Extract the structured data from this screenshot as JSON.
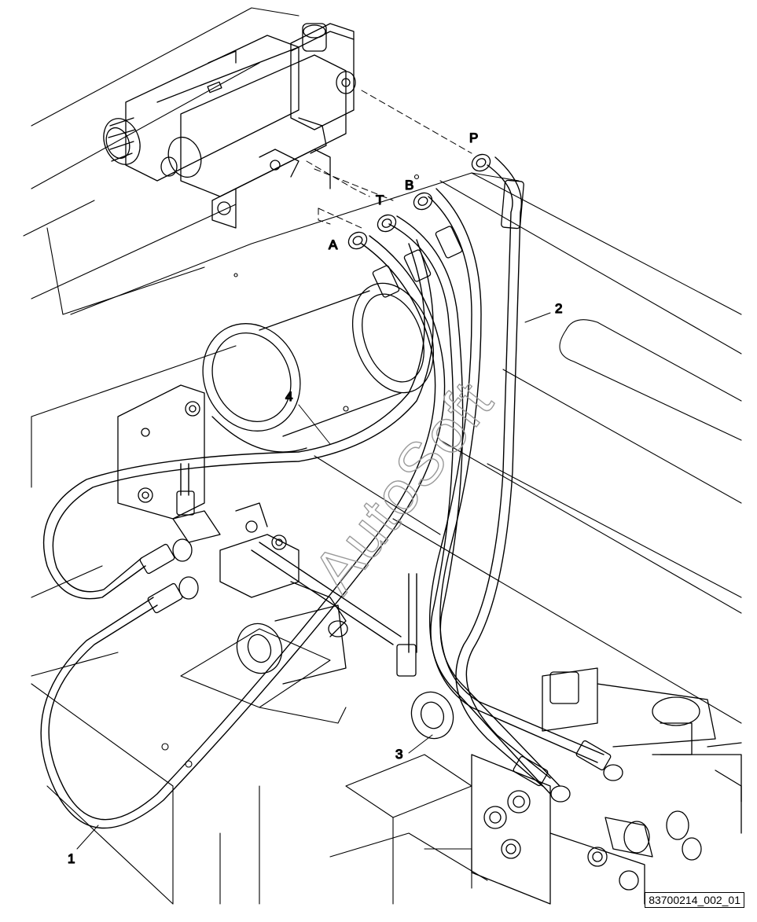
{
  "diagram": {
    "watermark": "AutoSoft",
    "port_labels": {
      "p": "P",
      "b": "B",
      "t": "T",
      "a": "A"
    },
    "callouts": {
      "c1": "1",
      "c2": "2",
      "c3": "3",
      "c4": "4"
    },
    "reference": "83700214_002_01"
  },
  "colors": {
    "line": "#000000",
    "background": "#ffffff",
    "watermark": "#999999"
  }
}
